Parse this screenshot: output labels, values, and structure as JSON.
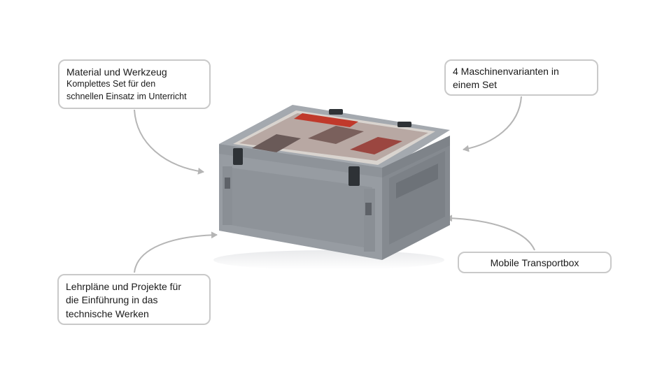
{
  "callouts": {
    "material": {
      "title": "Material und Werkzeug",
      "line1": "Komplettes Set für den",
      "line2": "schnellen Einsatz im Unterricht"
    },
    "varianten": {
      "line1": "4 Maschinenvarianten in",
      "line2": "einem Set"
    },
    "transport": {
      "label": "Mobile Transportbox"
    },
    "lehrplaene": {
      "line1": "Lehrpläne und Projekte für",
      "line2": "die Einführung in das",
      "line3": "technische Werken"
    }
  },
  "colors": {
    "border": "#c9c9c9",
    "arrow": "#b5b5b5",
    "box_gray": "#8e9399",
    "lid_accent": "#c0392b"
  },
  "icons": [
    "transport-box-image"
  ]
}
